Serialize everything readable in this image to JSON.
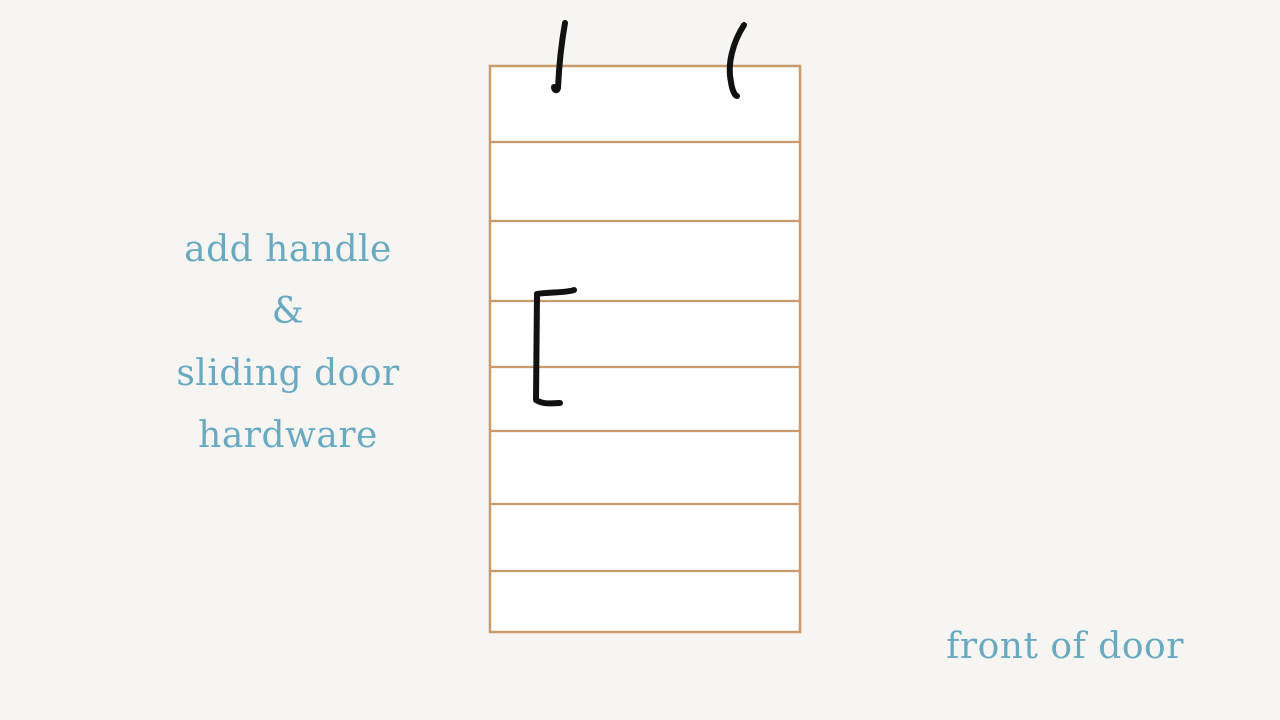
{
  "notes": {
    "instructions": [
      "add handle",
      "&",
      "sliding door",
      "hardware"
    ],
    "view_label": "front of door"
  },
  "door": {
    "plank_count": 8
  },
  "colors": {
    "background": "#f6f5f2",
    "door_fill": "#ffffff",
    "door_outline": "#c89a6c",
    "hardware_stroke": "#111111",
    "text": "#6aaac1"
  },
  "icons": {
    "hangers": "hanger-hook-icon",
    "handle": "bracket-handle-icon"
  }
}
